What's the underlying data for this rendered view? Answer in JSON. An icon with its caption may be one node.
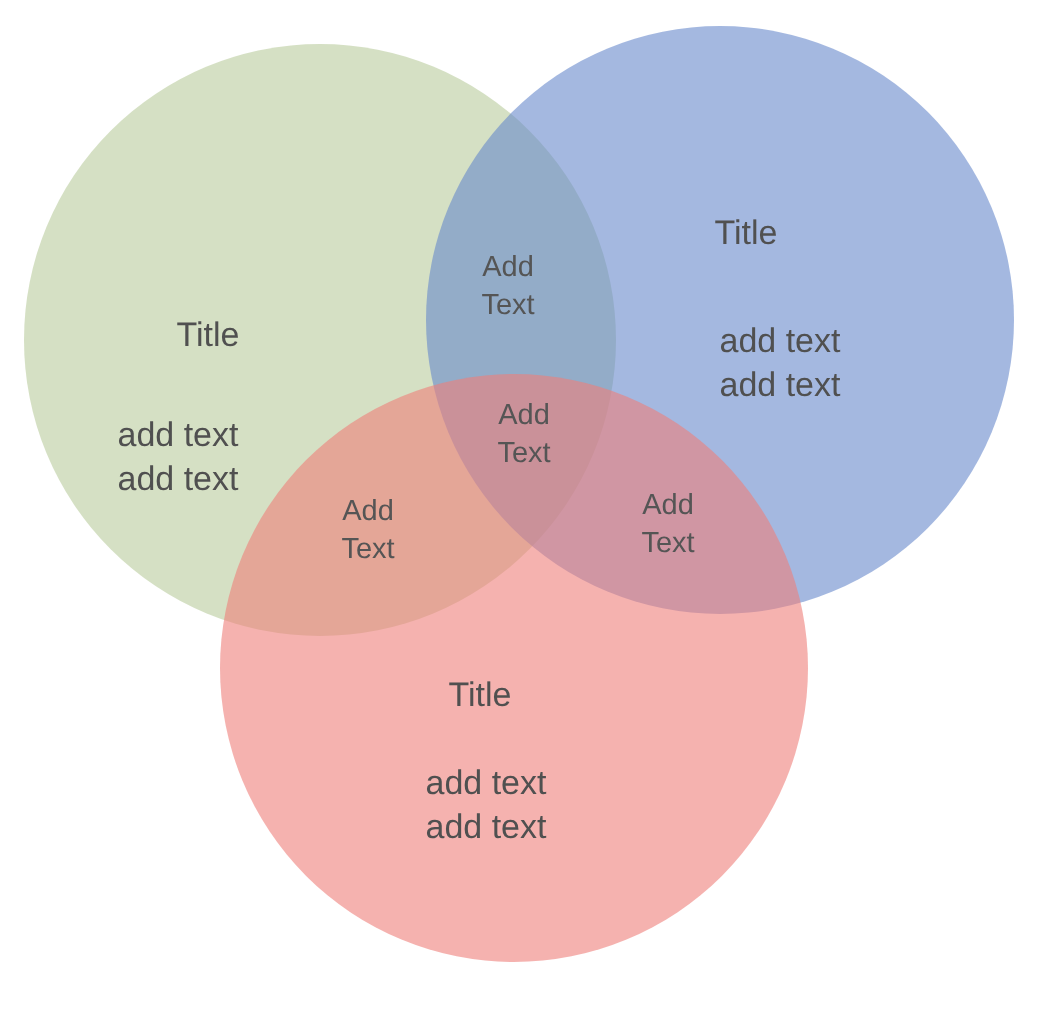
{
  "diagram": {
    "nodes": [
      {
        "text": [
          "Title",
          "add text add text"
        ]
      },
      {
        "text": [
          "Title",
          "add text add text"
        ]
      },
      {
        "text": [
          "Title",
          "add text add text"
        ]
      }
    ],
    "labels": [
      "Add Text",
      "Add Text",
      "Add Text",
      "Add Text"
    ]
  }
}
